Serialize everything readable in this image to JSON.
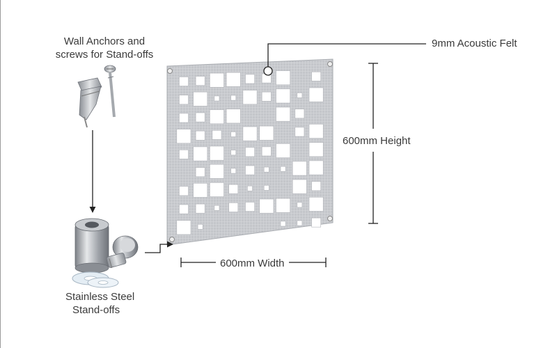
{
  "labels": {
    "anchors_line1": "Wall Anchors and",
    "anchors_line2": "screws for Stand-offs",
    "standoffs_line1": "Stainless Steel",
    "standoffs_line2": "Stand-offs",
    "felt": "9mm Acoustic Felt",
    "height": "600mm Height",
    "width": "600mm Width"
  },
  "colors": {
    "panel": "#c9cbcf",
    "panel_edge": "#a9acb1",
    "steel": "#b5b8bd",
    "line": "#222222"
  }
}
